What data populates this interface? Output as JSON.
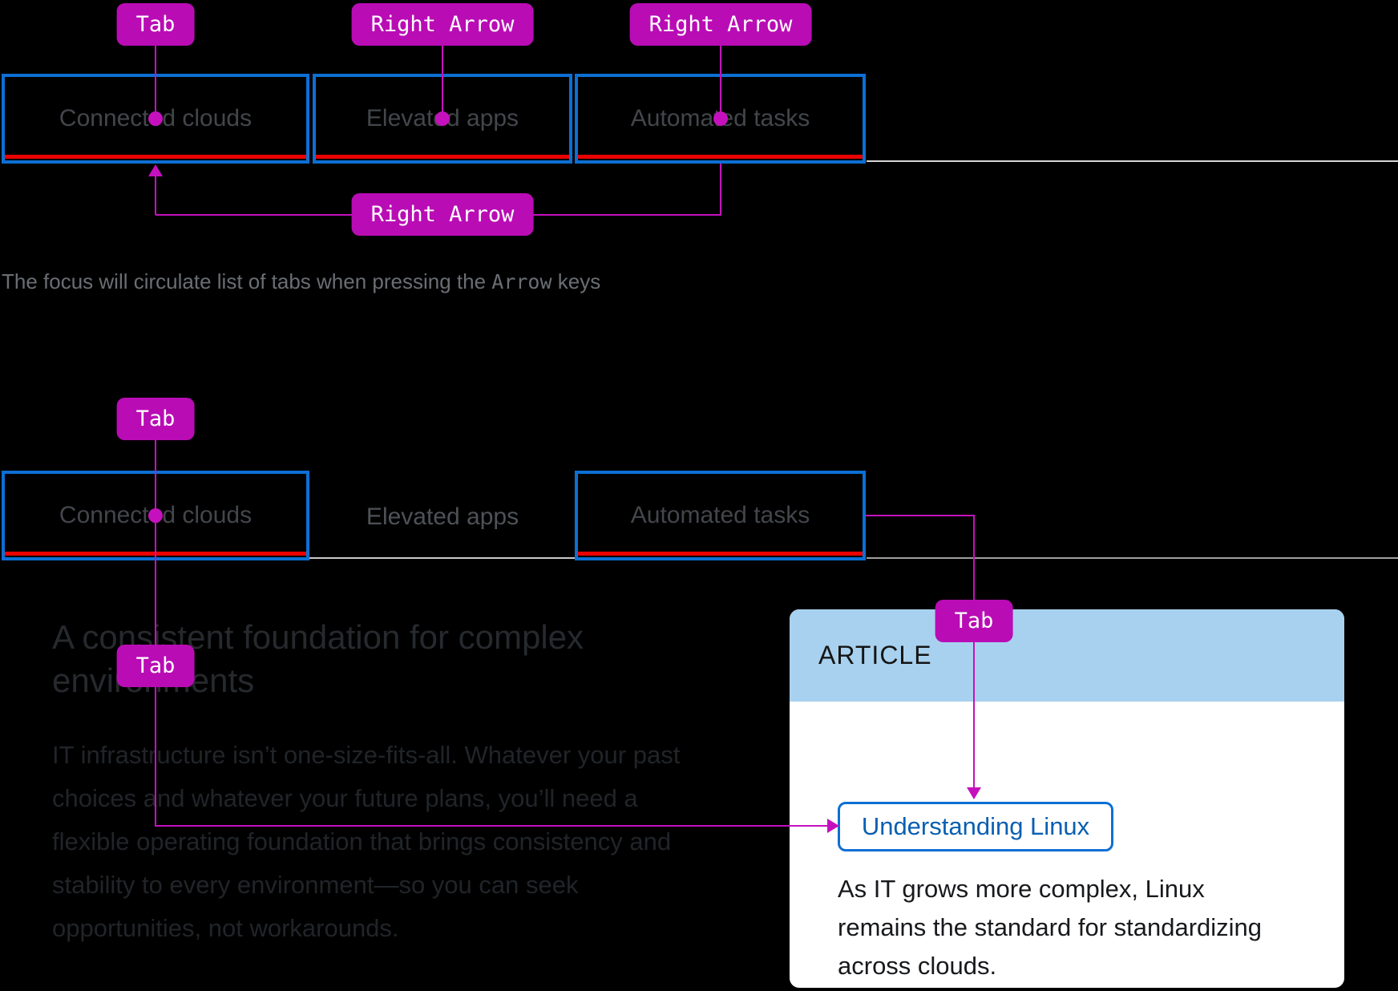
{
  "colors": {
    "background": "#000000",
    "keycap_magenta": "#b90cb5",
    "connector_magenta": "#c511bd",
    "focus_blue": "#0d6fd4",
    "active_red": "#ea0200",
    "tab_label_gray": "#43464b",
    "caption_gray": "#6a6e73",
    "card_header_blue": "#a8d1ef",
    "link_blue": "#0a5fb0"
  },
  "diagram1": {
    "keycaps": {
      "tab": "Tab",
      "right_arrow_1": "Right Arrow",
      "right_arrow_2": "Right Arrow",
      "loop_right_arrow": "Right Arrow"
    },
    "tabs": [
      {
        "label": "Connected clouds"
      },
      {
        "label": "Elevated apps"
      },
      {
        "label": "Automated tasks"
      }
    ],
    "caption": {
      "prefix": "The focus will circulate list of tabs when pressing the ",
      "code": "Arrow",
      "suffix": " keys"
    }
  },
  "diagram2": {
    "keycaps": {
      "tab_to_tablist": "Tab",
      "tab_from_tab": "Tab",
      "tab_to_link": "Tab"
    },
    "tabs": [
      {
        "label": "Connected clouds"
      },
      {
        "label": "Elevated apps"
      },
      {
        "label": "Automated tasks"
      }
    ],
    "content": {
      "heading": "A consistent foundation for complex environments",
      "paragraph": "IT infrastructure isn’t one-size-fits-all. Whatever your past choices and whatever your future plans, you’ll need a flexible operating foundation that brings consistency and stability to every environment—so you can seek opportunities, not workarounds."
    },
    "article": {
      "eyebrow": "ARTICLE",
      "link": "Understanding Linux",
      "body": "As IT grows more complex, Linux remains the standard for standardizing across clouds."
    }
  }
}
